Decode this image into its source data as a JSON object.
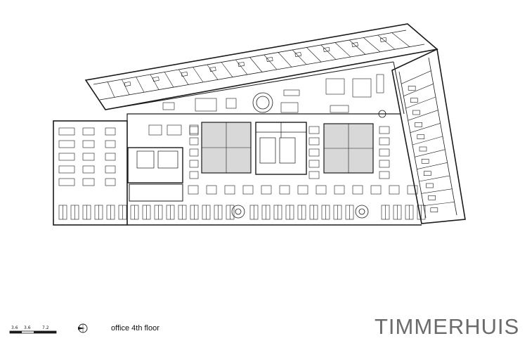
{
  "caption": "office  4th floor",
  "brand": "TIMMERHUIS",
  "scale_bar": {
    "labels": [
      "3.6",
      "3.6",
      "7.2"
    ]
  },
  "north_arrow_icon": "compass-rose-icon",
  "watermark": "",
  "colors": {
    "line": "#1a1a1a",
    "fill_grey": "#d8d8d8",
    "brand": "#6b6b6b"
  }
}
